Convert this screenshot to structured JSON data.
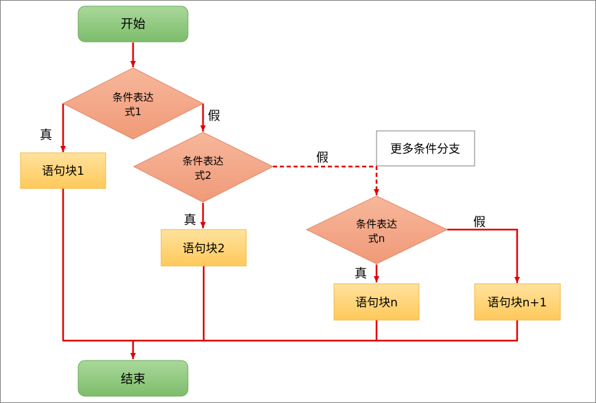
{
  "nodes": {
    "start": "开始",
    "cond1_line1": "条件表达",
    "cond1_line2": "式1",
    "cond2_line1": "条件表达",
    "cond2_line2": "式2",
    "condn_line1": "条件表达",
    "condn_line2": "式n",
    "block1": "语句块1",
    "block2": "语句块2",
    "blockn": "语句块n",
    "blockn1": "语句块n+1",
    "end": "结束",
    "more": "更多条件分支"
  },
  "labels": {
    "true1": "真",
    "false1": "假",
    "true2": "真",
    "false2": "假",
    "truen": "真",
    "falsen": "假"
  },
  "colors": {
    "terminal_fill": "#8fc97e",
    "terminal_stroke": "#6aa85a",
    "diamond_fill": "#f4a585",
    "diamond_stroke": "#e0886a",
    "block_fill": "#ffd37a",
    "block_stroke": "#f0b84a",
    "arrow": "#e00000"
  }
}
